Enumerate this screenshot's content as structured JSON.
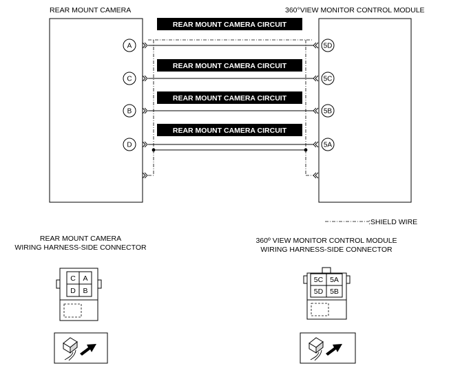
{
  "left_module": {
    "title": "REAR MOUNT CAMERA"
  },
  "right_module": {
    "title": "360°VIEW MONITOR CONTROL MODULE"
  },
  "circuits": [
    {
      "label": "REAR MOUNT CAMERA CIRCUIT",
      "left_pin": "A",
      "right_pin": "5D"
    },
    {
      "label": "REAR MOUNT CAMERA CIRCUIT",
      "left_pin": "C",
      "right_pin": "5C"
    },
    {
      "label": "REAR MOUNT CAMERA CIRCUIT",
      "left_pin": "B",
      "right_pin": "5B"
    },
    {
      "label": "REAR MOUNT CAMERA CIRCUIT",
      "left_pin": "D",
      "right_pin": "5A"
    }
  ],
  "legend": {
    "shield_wire": ":SHIELD WIRE"
  },
  "left_connector": {
    "title_line1": "REAR MOUNT CAMERA",
    "title_line2": "WIRING HARNESS-SIDE CONNECTOR",
    "cells": [
      "C",
      "A",
      "D",
      "B"
    ]
  },
  "right_connector": {
    "title_line1": "360º VIEW MONITOR CONTROL MODULE",
    "title_line2": "WIRING HARNESS-SIDE CONNECTOR",
    "cells": [
      "5C",
      "5A",
      "5D",
      "5B"
    ]
  }
}
